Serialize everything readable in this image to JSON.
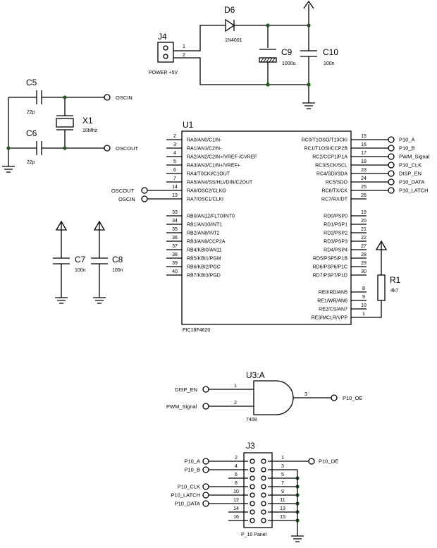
{
  "components": {
    "d6": {
      "ref": "D6",
      "value": "1N4001"
    },
    "j4": {
      "ref": "J4",
      "value": "POWER +5V",
      "pin1": "1",
      "pin2": "2"
    },
    "c9": {
      "ref": "C9",
      "value": "1000u"
    },
    "c10": {
      "ref": "C10",
      "value": "100n"
    },
    "c5": {
      "ref": "C5",
      "value": "22p"
    },
    "c6": {
      "ref": "C6",
      "value": "22p"
    },
    "x1": {
      "ref": "X1",
      "value": "10Mhz"
    },
    "c7": {
      "ref": "C7",
      "value": "100n"
    },
    "c8": {
      "ref": "C8",
      "value": "100n"
    },
    "r1": {
      "ref": "R1",
      "value": "4k7"
    },
    "u1": {
      "ref": "U1",
      "value": "PIC18F4620"
    },
    "u3": {
      "ref": "U3:A",
      "value": "7408"
    },
    "j3": {
      "ref": "J3",
      "value": "P_10 Panel"
    }
  },
  "crystal_nets": {
    "oscin": "OSCIN",
    "oscout": "OSCOUT"
  },
  "u1_left_pins": [
    {
      "num": "2",
      "name": "RA0/AN0/C1IN-"
    },
    {
      "num": "3",
      "name": "RA1/AN1/C2IN-"
    },
    {
      "num": "4",
      "name": "RA2/AN2/C2IN+/VREF-/CVREF"
    },
    {
      "num": "5",
      "name": "RA3/AN3/C1IN+/VREF+"
    },
    {
      "num": "6",
      "name": "RA4/T0CKI/C1OUT"
    },
    {
      "num": "7",
      "name": "RA5/AN4/SS/HLVDIN/C2OUT"
    },
    {
      "num": "14",
      "name": "RA6/OSC2/CLKO",
      "net": "OSCOUT"
    },
    {
      "num": "13",
      "name": "RA7/OSC1/CLKI",
      "net": "OSCIN"
    },
    {
      "num": "33",
      "name": "RB0/AN12/FLT0/INT0"
    },
    {
      "num": "34",
      "name": "RB1/AN10/INT1"
    },
    {
      "num": "35",
      "name": "RB2/AN8/INT2"
    },
    {
      "num": "36",
      "name": "RB3/AN9/CCP2A"
    },
    {
      "num": "37",
      "name": "RB4/KBI0/AN11"
    },
    {
      "num": "38",
      "name": "RB5/KBI1/PGM"
    },
    {
      "num": "39",
      "name": "RB6/KBI2/PGC"
    },
    {
      "num": "40",
      "name": "RB7/KBI3/PGD"
    }
  ],
  "u1_right_pins": [
    {
      "num": "15",
      "name": "RC0/T1OSO/T13CKI",
      "net": "P10_A"
    },
    {
      "num": "16",
      "name": "RC1/T1OSI/CCP2B",
      "net": "P10_B"
    },
    {
      "num": "17",
      "name": "RC2/CCP1/P1A",
      "net": "PWM_Signal"
    },
    {
      "num": "18",
      "name": "RC3/SCK/SCL",
      "net": "P10_CLK"
    },
    {
      "num": "23",
      "name": "RC4/SDI/SDA",
      "net": "DISP_EN"
    },
    {
      "num": "24",
      "name": "RC5/SDO",
      "net": "P10_DATA"
    },
    {
      "num": "25",
      "name": "RC6/TX/CK",
      "net": "P10_LATCH"
    },
    {
      "num": "26",
      "name": "RC7/RX/DT"
    },
    {
      "num": "19",
      "name": "RD0/PSP0"
    },
    {
      "num": "20",
      "name": "RD1/PSP1"
    },
    {
      "num": "21",
      "name": "RD2/PSP2"
    },
    {
      "num": "22",
      "name": "RD3/PSP3"
    },
    {
      "num": "27",
      "name": "RD4/PSP4"
    },
    {
      "num": "28",
      "name": "RD5/PSP5/P1B"
    },
    {
      "num": "29",
      "name": "RD6/PSP6/P1C"
    },
    {
      "num": "30",
      "name": "RD7/PSP7/P1D"
    },
    {
      "num": "8",
      "name": "RE0/RD/AN5"
    },
    {
      "num": "9",
      "name": "RE1/WR/AN6"
    },
    {
      "num": "10",
      "name": "RE2/CS/AN7"
    },
    {
      "num": "1",
      "name": "RE3/MCLR/VPP"
    }
  ],
  "gate": {
    "in1_net": "DISP_EN",
    "in1_pin": "1",
    "in2_net": "PWM_Signal",
    "in2_pin": "2",
    "out_net": "P10_OE",
    "out_pin": "3"
  },
  "j3_rows": [
    {
      "left_pin": "2",
      "right_pin": "1",
      "left_net": "P10_A",
      "right_net": "P10_OE"
    },
    {
      "left_pin": "4",
      "right_pin": "3",
      "left_net": "P10_B"
    },
    {
      "left_pin": "6",
      "right_pin": "5"
    },
    {
      "left_pin": "8",
      "right_pin": "7",
      "left_net": "P10_CLK"
    },
    {
      "left_pin": "10",
      "right_pin": "9",
      "left_net": "P10_LATCH"
    },
    {
      "left_pin": "12",
      "right_pin": "11",
      "left_net": "P10_DATA"
    },
    {
      "left_pin": "14",
      "right_pin": "13"
    },
    {
      "left_pin": "16",
      "right_pin": "15"
    }
  ]
}
